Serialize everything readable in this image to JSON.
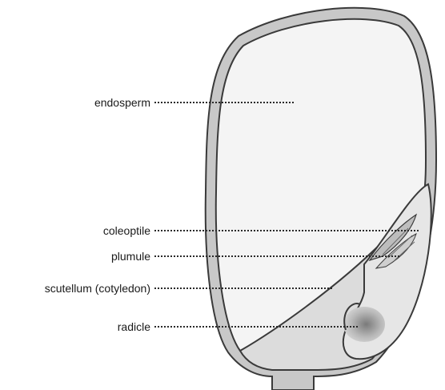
{
  "labels": {
    "endosperm": "endosperm",
    "coleoptile": "coleoptile",
    "plumule": "plumule",
    "scutellum": "scutellum (cotyledon)",
    "radicle": "radicle"
  },
  "colors": {
    "seed_coat": "#c8c8c8",
    "outline": "#3a3a3a",
    "endosperm_fill": "#f4f4f4",
    "embryo_fill": "#dcdcdc",
    "radicle_shade": "#8a8a8a",
    "leader_line": "#2a2a2a"
  }
}
